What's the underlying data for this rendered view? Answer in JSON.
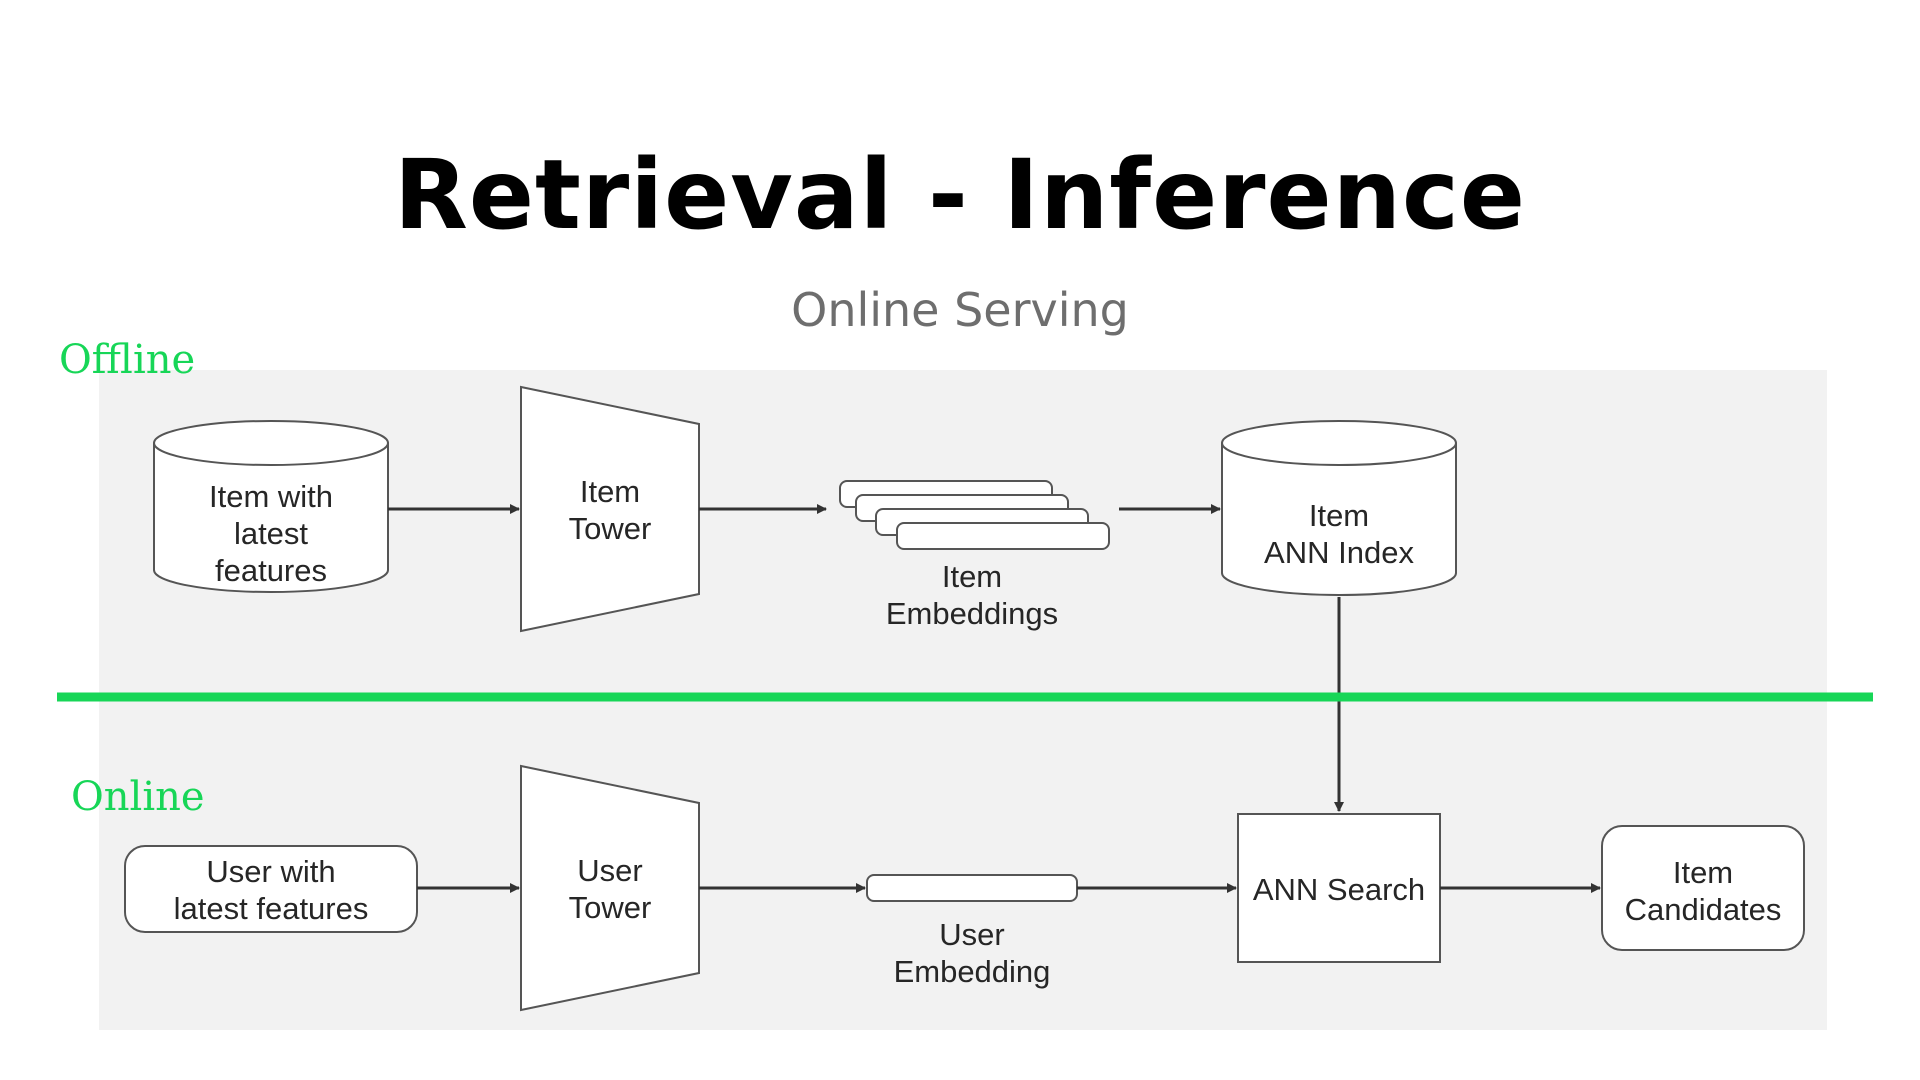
{
  "title": "Retrieval - Inference",
  "subtitle": "Online Serving",
  "zones": {
    "offline": "Offline",
    "online": "Online"
  },
  "colors": {
    "divider": "#17d657",
    "zone_label": "#17d657",
    "panel_background": "#f2f2f2",
    "node_fill": "#ffffff",
    "stroke": "#555555",
    "arrow": "#333333"
  },
  "nodes": {
    "item_features": [
      "Item with",
      "latest",
      "features"
    ],
    "item_tower": [
      "Item",
      "Tower"
    ],
    "item_embeddings": [
      "Item",
      "Embeddings"
    ],
    "item_ann_index": [
      "Item",
      "ANN Index"
    ],
    "user_features": [
      "User with",
      "latest features"
    ],
    "user_tower": [
      "User",
      "Tower"
    ],
    "user_embedding": [
      "User",
      "Embedding"
    ],
    "ann_search": [
      "ANN Search"
    ],
    "item_candidates": [
      "Item",
      "Candidates"
    ]
  }
}
